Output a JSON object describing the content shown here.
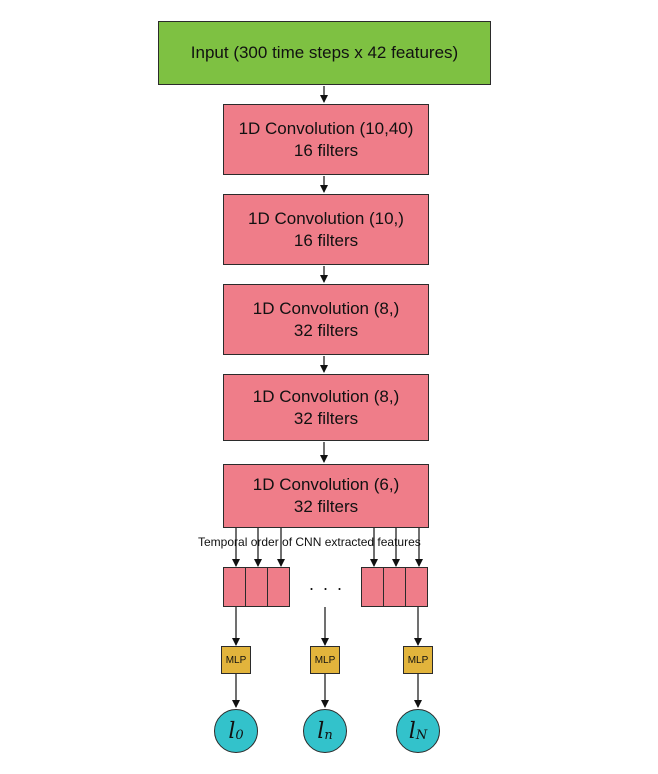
{
  "input": {
    "label": "Input (300 time steps x 42 features)"
  },
  "convs": [
    {
      "title": "1D Convolution (10,40)",
      "filters": "16 filters"
    },
    {
      "title": "1D Convolution (10,)",
      "filters": "16 filters"
    },
    {
      "title": "1D Convolution (8,)",
      "filters": "32 filters"
    },
    {
      "title": "1D Convolution (8,)",
      "filters": "32 filters"
    },
    {
      "title": "1D Convolution (6,)",
      "filters": "32 filters"
    }
  ],
  "features": {
    "caption": "Temporal order of CNN extracted features",
    "ellipsis": ". . ."
  },
  "mlp": {
    "label": "MLP"
  },
  "outputs": [
    {
      "symbol": "l",
      "sub": "0"
    },
    {
      "symbol": "l",
      "sub": "n"
    },
    {
      "symbol": "l",
      "sub": "N"
    }
  ],
  "colors": {
    "input": "#7ec142",
    "conv": "#ef7d89",
    "mlp": "#e2b43c",
    "node": "#33c2cb"
  }
}
